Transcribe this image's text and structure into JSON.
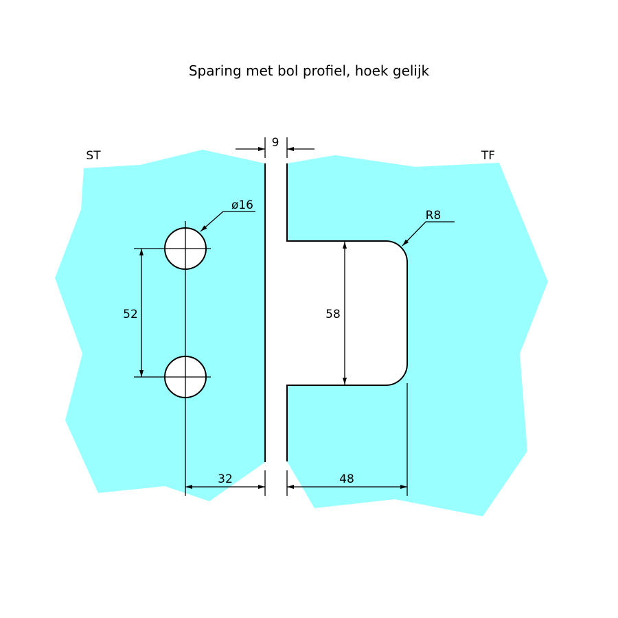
{
  "title": "Sparing met bol profiel, hoek gelijk",
  "labels": {
    "left_panel": "ST",
    "right_panel": "TF"
  },
  "dimensions": {
    "gap": "9",
    "hole_diameter": "ø16",
    "hole_spacing": "52",
    "hole_edge_distance": "32",
    "notch_height": "58",
    "notch_radius": "R8",
    "notch_depth": "48"
  },
  "colors": {
    "glass": "#99ffff",
    "line": "#000000"
  }
}
